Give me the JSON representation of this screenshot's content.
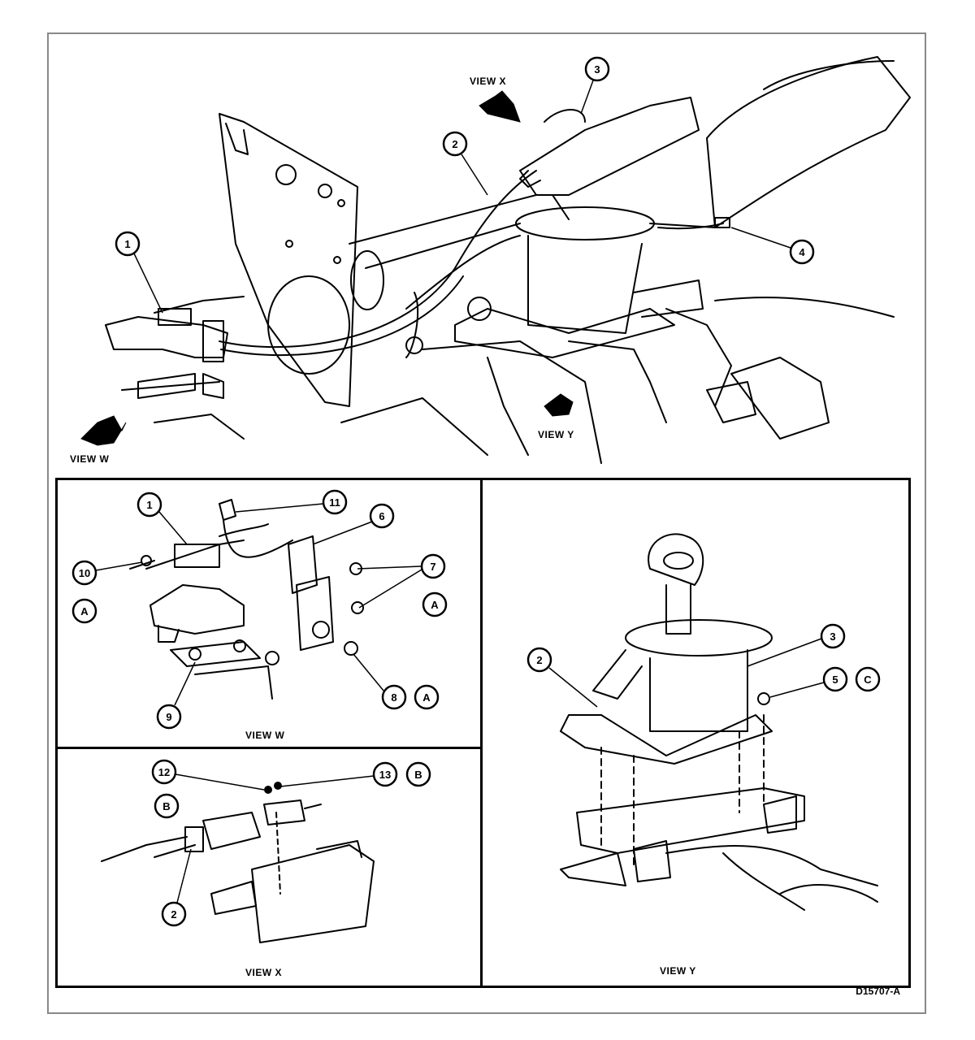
{
  "main_view": {
    "arrow_labels": {
      "view_w": "VIEW W",
      "view_x": "VIEW X",
      "view_y": "VIEW Y"
    },
    "callouts": [
      "1",
      "2",
      "3",
      "4"
    ]
  },
  "view_w": {
    "title": "VIEW W",
    "callouts": [
      "1",
      "11",
      "6",
      "10",
      "7",
      "8",
      "9"
    ],
    "letters": [
      "A",
      "A",
      "A"
    ]
  },
  "view_x": {
    "title": "VIEW X",
    "callouts": [
      "12",
      "13",
      "2"
    ],
    "letters": [
      "B",
      "B"
    ]
  },
  "view_y": {
    "title": "VIEW Y",
    "callouts": [
      "2",
      "3",
      "5"
    ],
    "letters": [
      "C"
    ]
  },
  "figure_code": "D15707-A"
}
